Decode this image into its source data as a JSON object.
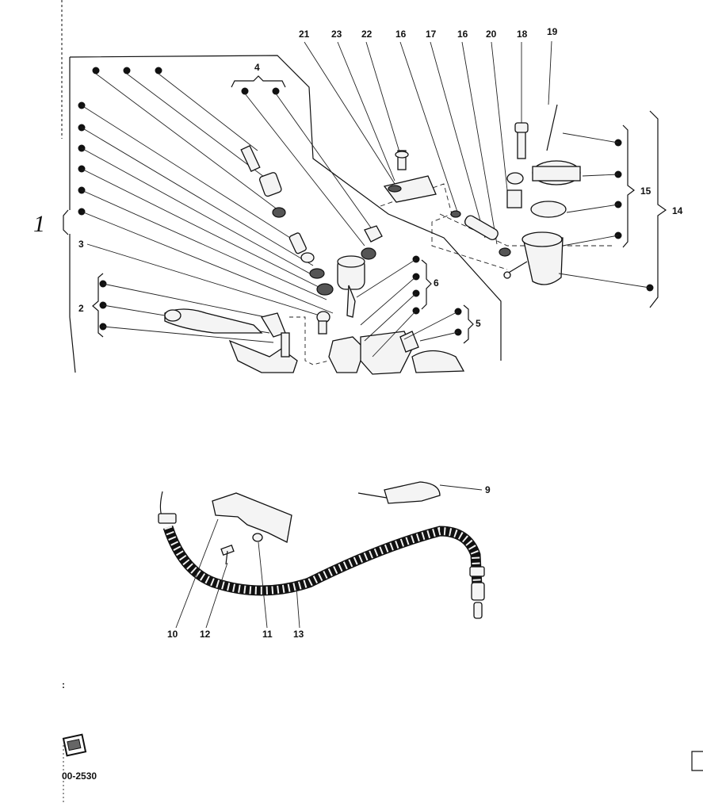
{
  "callouts": {
    "n21": "21",
    "n23": "23",
    "n22": "22",
    "n16a": "16",
    "n17": "17",
    "n16b": "16",
    "n20": "20",
    "n18": "18",
    "n19": "19",
    "n4": "4",
    "n15": "15",
    "n14": "14",
    "n3": "3",
    "n2": "2",
    "n6": "6",
    "n5": "5",
    "n9": "9",
    "n10": "10",
    "n12": "12",
    "n11": "11",
    "n13": "13"
  },
  "handwritten": {
    "assembly_mark": "1"
  },
  "footer": {
    "reference_code": "00-2530",
    "badge_icon": "eng-stamp-icon"
  }
}
